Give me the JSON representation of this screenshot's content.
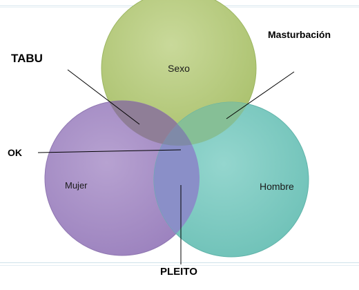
{
  "diagram": {
    "circles": [
      {
        "id": "sexo",
        "label": "Sexo",
        "fill": "#b3c97a",
        "edge": "#8fae4f"
      },
      {
        "id": "mujer",
        "label": "Mujer",
        "fill": "#a88fc6",
        "edge": "#8a70ad"
      },
      {
        "id": "hombre",
        "label": "Hombre",
        "fill": "#7ecbc2",
        "edge": "#56aaa0"
      }
    ],
    "callouts": {
      "tabu": "TABU",
      "masturbacion": "Masturbación",
      "ok": "OK",
      "pleito": "PLEITO"
    },
    "line_color": "#000000"
  }
}
